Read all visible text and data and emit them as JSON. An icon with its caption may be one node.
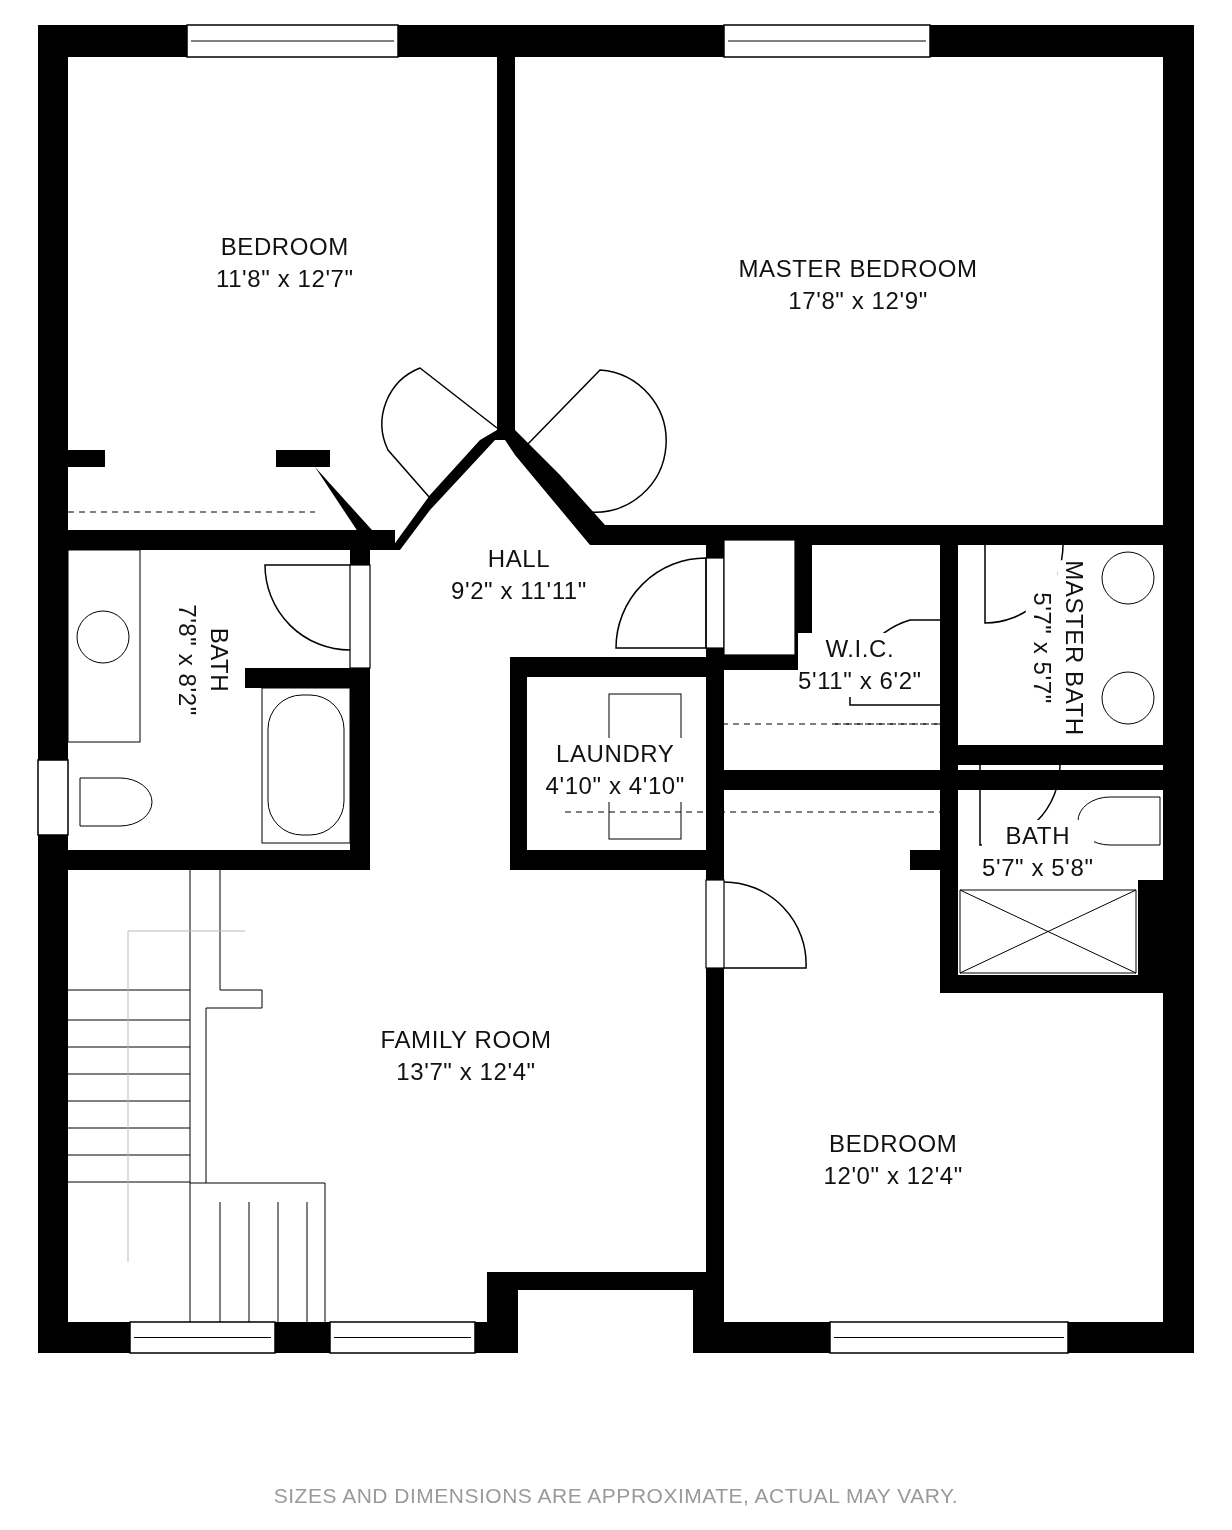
{
  "diagram": {
    "caption": "SIZES AND DIMENSIONS ARE APPROXIMATE, ACTUAL MAY VARY.",
    "nodes": [
      {
        "text": [
          "BEDROOM",
          "11'8\" x 12'7\""
        ]
      },
      {
        "text": [
          "MASTER BEDROOM",
          "17'8\" x 12'9\""
        ]
      },
      {
        "text": [
          "HALL",
          "9'2\" x 11'11\""
        ]
      },
      {
        "text": [
          "BATH",
          "7'8\" x 8'2\""
        ]
      },
      {
        "text": [
          "W.I.C.",
          "5'11\" x 6'2\""
        ]
      },
      {
        "text": [
          "MASTER BATH",
          "5'7\" x 5'7\""
        ]
      },
      {
        "text": [
          "LAUNDRY",
          "4'10\" x 4'10\""
        ]
      },
      {
        "text": [
          "BATH",
          "5'7\" x 5'8\""
        ]
      },
      {
        "text": [
          "FAMILY ROOM",
          "13'7\" x 12'4\""
        ]
      },
      {
        "text": [
          "BEDROOM",
          "12'0\" x 12'4\""
        ]
      }
    ]
  }
}
